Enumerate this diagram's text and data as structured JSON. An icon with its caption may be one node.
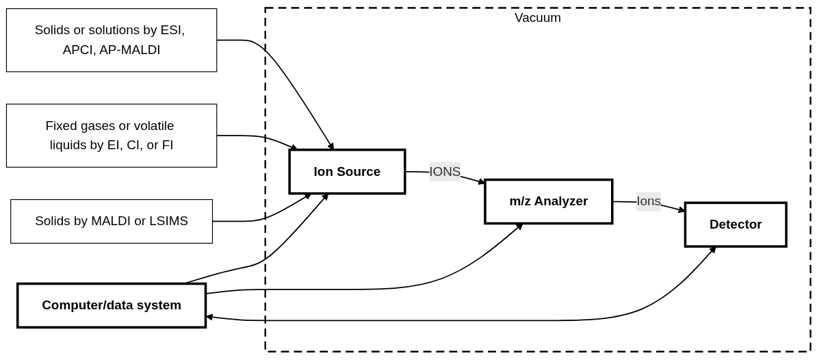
{
  "diagram": {
    "nodes": [
      {
        "text": [
          "Vacuum"
        ]
      },
      {
        "text": [
          "Solids or solutions by ESI, APCI, AP-MALDI"
        ]
      },
      {
        "text": [
          "Fixed gases or volatile liquids by EI, CI, or FI"
        ]
      },
      {
        "text": [
          "Ion Source"
        ],
        "in": 0
      },
      {
        "text": [
          "Solids by MALDI or LSIMS"
        ]
      },
      {
        "text": [
          "m/z Analyzer"
        ],
        "in": 0
      },
      {
        "text": [
          "Detector"
        ],
        "in": 0
      },
      {
        "text": [
          "Computer/data system"
        ]
      }
    ],
    "edges": [
      {
        "from": 1,
        "to": 3,
        "arrow": "to"
      },
      {
        "from": 2,
        "to": 3,
        "arrow": "to"
      },
      {
        "from": 4,
        "to": 3,
        "arrow": "to"
      },
      {
        "from": 3,
        "to": 5,
        "arrow": "to",
        "label": "IONS"
      },
      {
        "from": 5,
        "to": 6,
        "arrow": "to",
        "label": "Ions"
      },
      {
        "from": 7,
        "to": 3,
        "arrow": "to"
      },
      {
        "from": 7,
        "to": 5,
        "arrow": "to"
      },
      {
        "from": 7,
        "to": 6,
        "arrow": "both"
      }
    ]
  }
}
